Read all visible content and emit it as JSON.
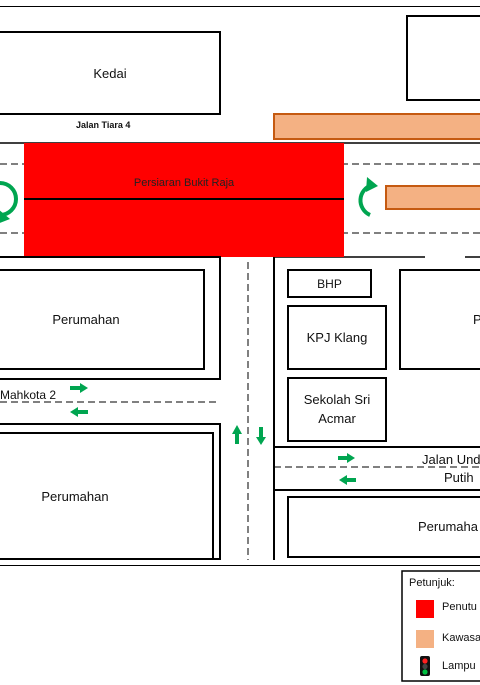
{
  "map": {
    "buildings": {
      "kedai": "Kedai",
      "perumahan_1": "Perumahan",
      "perumahan_2": "Perumahan",
      "perumahan_3": "Perumaha",
      "bhp": "BHP",
      "kpj": "KPJ Klang",
      "sekolah": "Sekolah Sri Acmar",
      "p_partial": "P"
    },
    "roads": {
      "jalan_tiara_4": "Jalan Tiara 4",
      "persiaran": "Persiaran Bukit Raja",
      "mahkota_2": "Mahkota 2",
      "jalan_und": "Jalan Und",
      "putih": "Putih"
    },
    "legend": {
      "title": "Petunjuk:",
      "items": [
        {
          "label": "Penutu",
          "color": "#ff0000",
          "type": "swatch"
        },
        {
          "label": "Kawasa",
          "color": "#f4b183",
          "type": "swatch"
        },
        {
          "label": "Lampu",
          "type": "traffic-light"
        }
      ]
    },
    "colors": {
      "closure": "#ff0000",
      "zone_fill": "#f4b183",
      "zone_border": "#c55a11",
      "arrow": "#00a550"
    }
  }
}
